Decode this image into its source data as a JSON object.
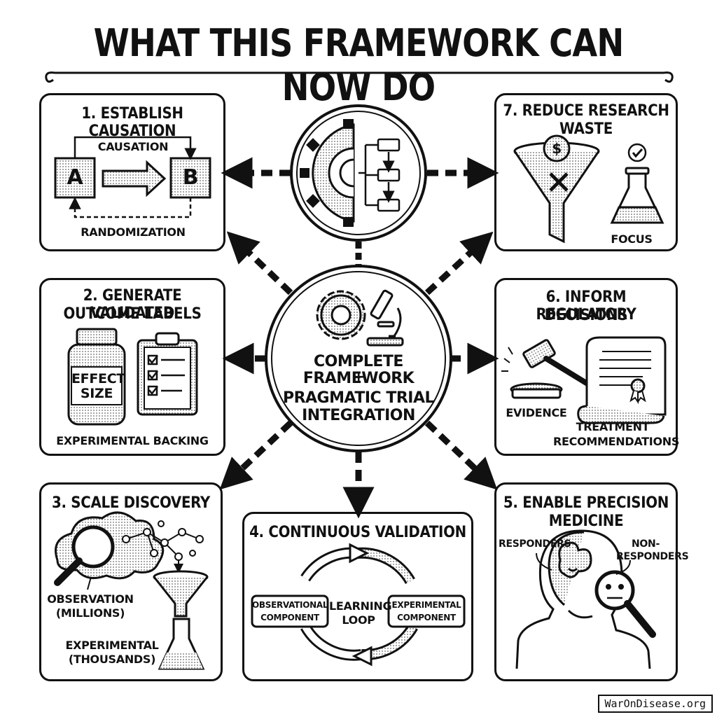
{
  "title": "WHAT THIS FRAMEWORK CAN NOW DO",
  "center": {
    "line1": "COMPLETE FRAMEWORK",
    "plus": "+",
    "line2": "PRAGMATIC TRIAL",
    "line3": "INTEGRATION"
  },
  "panels": {
    "p1": {
      "title": "1. ESTABLISH CAUSATION",
      "causation": "CAUSATION",
      "a": "A",
      "b": "B",
      "randomization": "RANDOMIZATION"
    },
    "p2": {
      "title_l1": "2. GENERATE VALIDATED",
      "title_l2": "OUTCOME LABELS",
      "effect": "EFFECT",
      "size": "SIZE",
      "backing": "EXPERIMENTAL BACKING"
    },
    "p3": {
      "title": "3. SCALE DISCOVERY",
      "obs_l1": "OBSERVATION",
      "obs_l2": "(MILLIONS)",
      "exp_l1": "EXPERIMENTAL",
      "exp_l2": "(THOUSANDS)"
    },
    "p4": {
      "title": "4. CONTINUOUS VALIDATION",
      "obs_l1": "OBSERVATIONAL",
      "obs_l2": "COMPONENT",
      "loop_l1": "LEARNING",
      "loop_l2": "LOOP",
      "exp_l1": "EXPERIMENTAL",
      "exp_l2": "COMPONENT"
    },
    "p5": {
      "title_l1": "5. ENABLE PRECISION",
      "title_l2": "MEDICINE",
      "responders": "RESPONDERS",
      "non_l1": "NON-",
      "non_l2": "RESPONDERS"
    },
    "p6": {
      "title_l1": "6. INFORM REGULATORY",
      "title_l2": "DECISIONS",
      "evidence": "EVIDENCE",
      "treat_l1": "TREATMENT",
      "treat_l2": "RECOMMENDATIONS"
    },
    "p7": {
      "title_l1": "7. REDUCE RESEARCH",
      "title_l2": "WASTE",
      "dollar": "$",
      "focus": "FOCUS"
    }
  },
  "watermark": "WarOnDisease.org"
}
